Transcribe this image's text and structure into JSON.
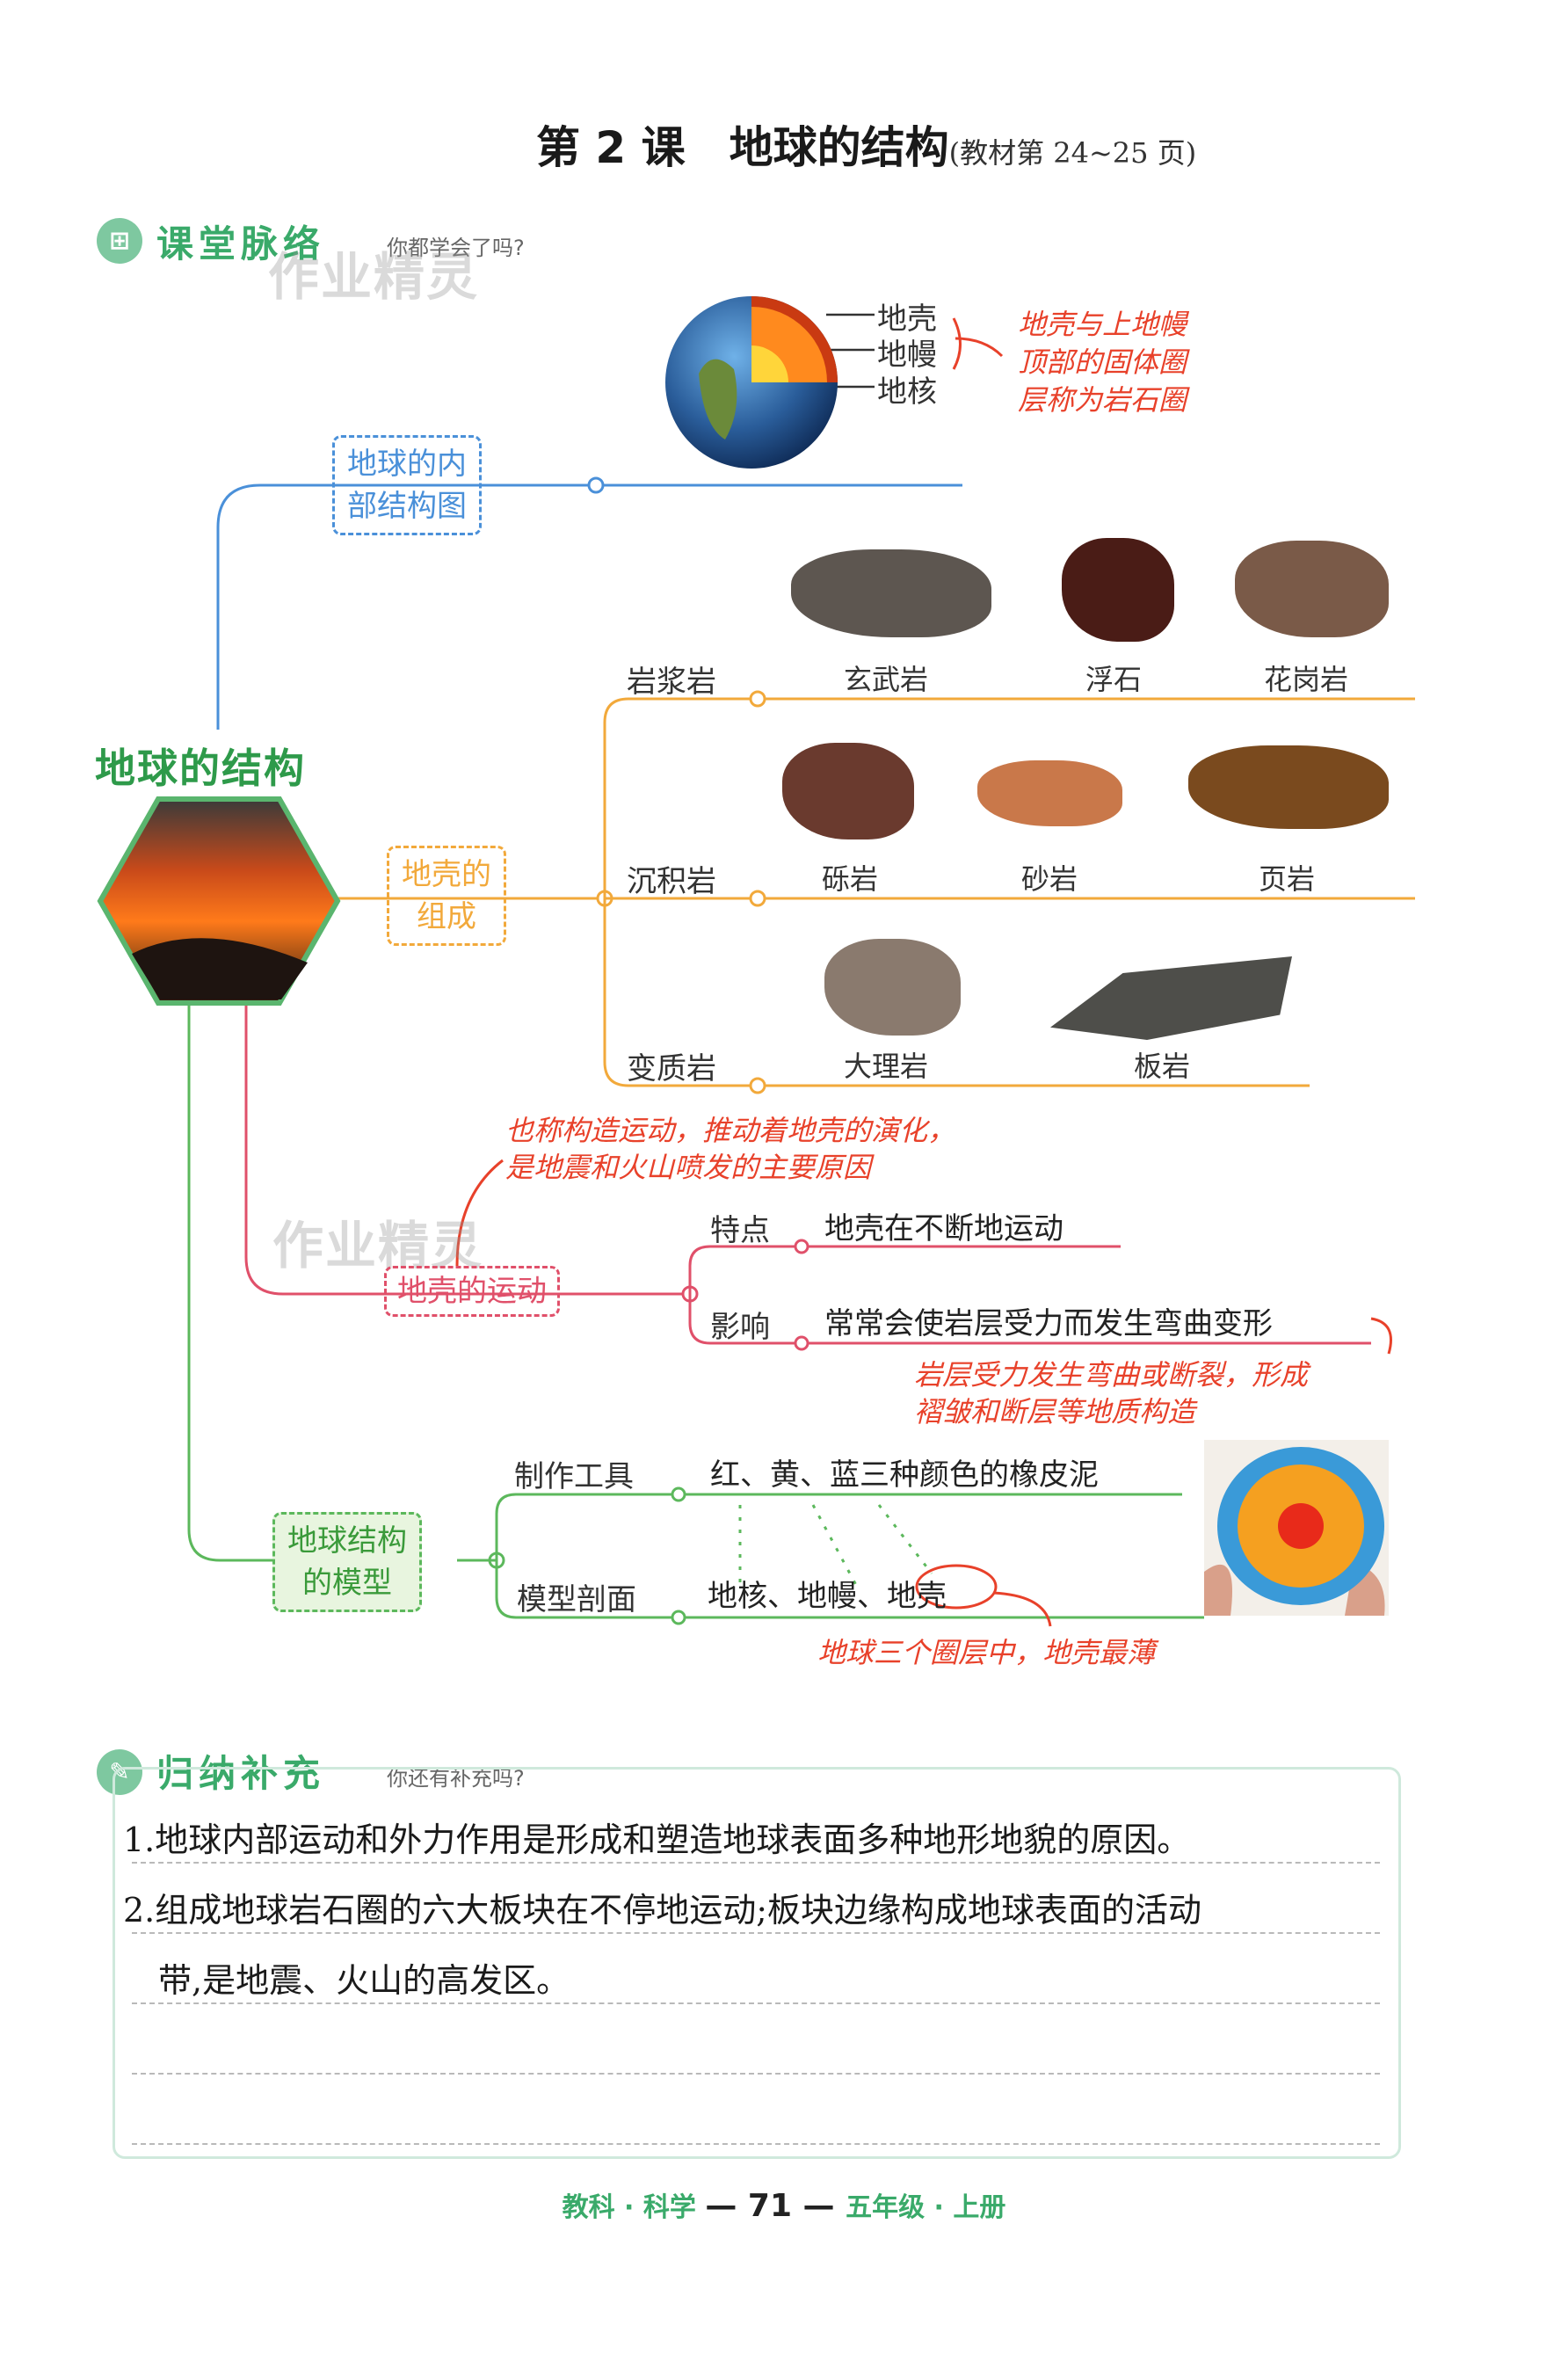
{
  "title": {
    "main": "第 2 课　地球的结构",
    "sub": "(教材第 24~25 页)"
  },
  "section1": {
    "title": "课堂脉络",
    "note": "你都学会了吗?",
    "icon": "mindmap-icon"
  },
  "watermark": "作业精灵",
  "root": {
    "label": "地球的结构"
  },
  "branch_inner": {
    "label_line1": "地球的内",
    "label_line2": "部结构图",
    "layers": [
      "地壳",
      "地幔",
      "地核"
    ],
    "note_line1": "地壳与上地幔",
    "note_line2": "顶部的固体圈",
    "note_line3": "层称为岩石圈"
  },
  "branch_crust": {
    "label_line1": "地壳的",
    "label_line2": "组成",
    "rows": [
      {
        "type": "岩浆岩",
        "rocks": [
          "玄武岩",
          "浮石",
          "花岗岩"
        ]
      },
      {
        "type": "沉积岩",
        "rocks": [
          "砾岩",
          "砂岩",
          "页岩"
        ]
      },
      {
        "type": "变质岩",
        "rocks": [
          "大理岩",
          "板岩"
        ]
      }
    ]
  },
  "branch_motion": {
    "label": "地壳的运动",
    "note_line1": "也称构造运动，推动着地壳的演化，",
    "note_line2": "是地震和火山喷发的主要原因",
    "feature_label": "特点",
    "feature_text": "地壳在不断地运动",
    "effect_label": "影响",
    "effect_text": "常常会使岩层受力而发生弯曲变形",
    "effect_note_line1": "岩层受力发生弯曲或断裂，形成",
    "effect_note_line2": "褶皱和断层等地质构造"
  },
  "branch_model": {
    "label_line1": "地球结构",
    "label_line2": "的模型",
    "tool_label": "制作工具",
    "tool_text": "红、黄、蓝三种颜色的橡皮泥",
    "section_label": "模型剖面",
    "section_text": "地核、地幔、地壳",
    "note": "地球三个圈层中，地壳最薄"
  },
  "section2": {
    "title": "归纳补充",
    "note": "你还有补充吗?",
    "icon": "pencil-icon",
    "lines": [
      "1.地球内部运动和外力作用是形成和塑造地球表面多种地形地貌的原因。",
      "2.组成地球岩石圈的六大板块在不停地运动;板块边缘构成地球表面的活动",
      "带,是地震、火山的高发区。"
    ]
  },
  "footer": {
    "left": "教科 · 科学",
    "page": "71",
    "right": "五年级 · 上册"
  },
  "colors": {
    "root_green": "#2e9a4a",
    "inner_blue": "#4a90d9",
    "crust_orange": "#f2a93b",
    "motion_red": "#e0506a",
    "model_green": "#5cb85c",
    "annotation_red": "#e8412a"
  }
}
